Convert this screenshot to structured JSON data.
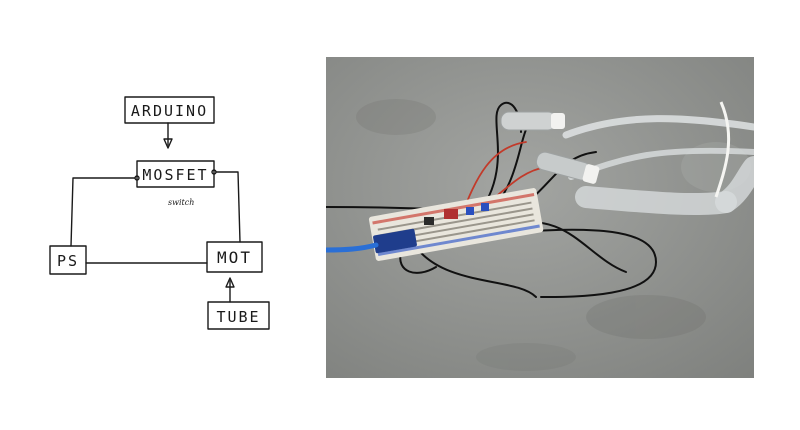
{
  "diagram": {
    "nodes": {
      "arduino": "ARDUINO",
      "mosfet": "MOSFET",
      "ps": "PS",
      "mot": "MOT",
      "tube": "TUBE"
    },
    "mosfet_note": "switch"
  },
  "photo": {
    "colors": {
      "floor": "#8f918e",
      "breadboard": "#e9e6dd",
      "arduino_board": "#1f3d8c",
      "usb_cable": "#2a6fd6",
      "tubing": "#dfe3e4",
      "wire_black": "#111111",
      "wire_red": "#c23a2a"
    }
  }
}
